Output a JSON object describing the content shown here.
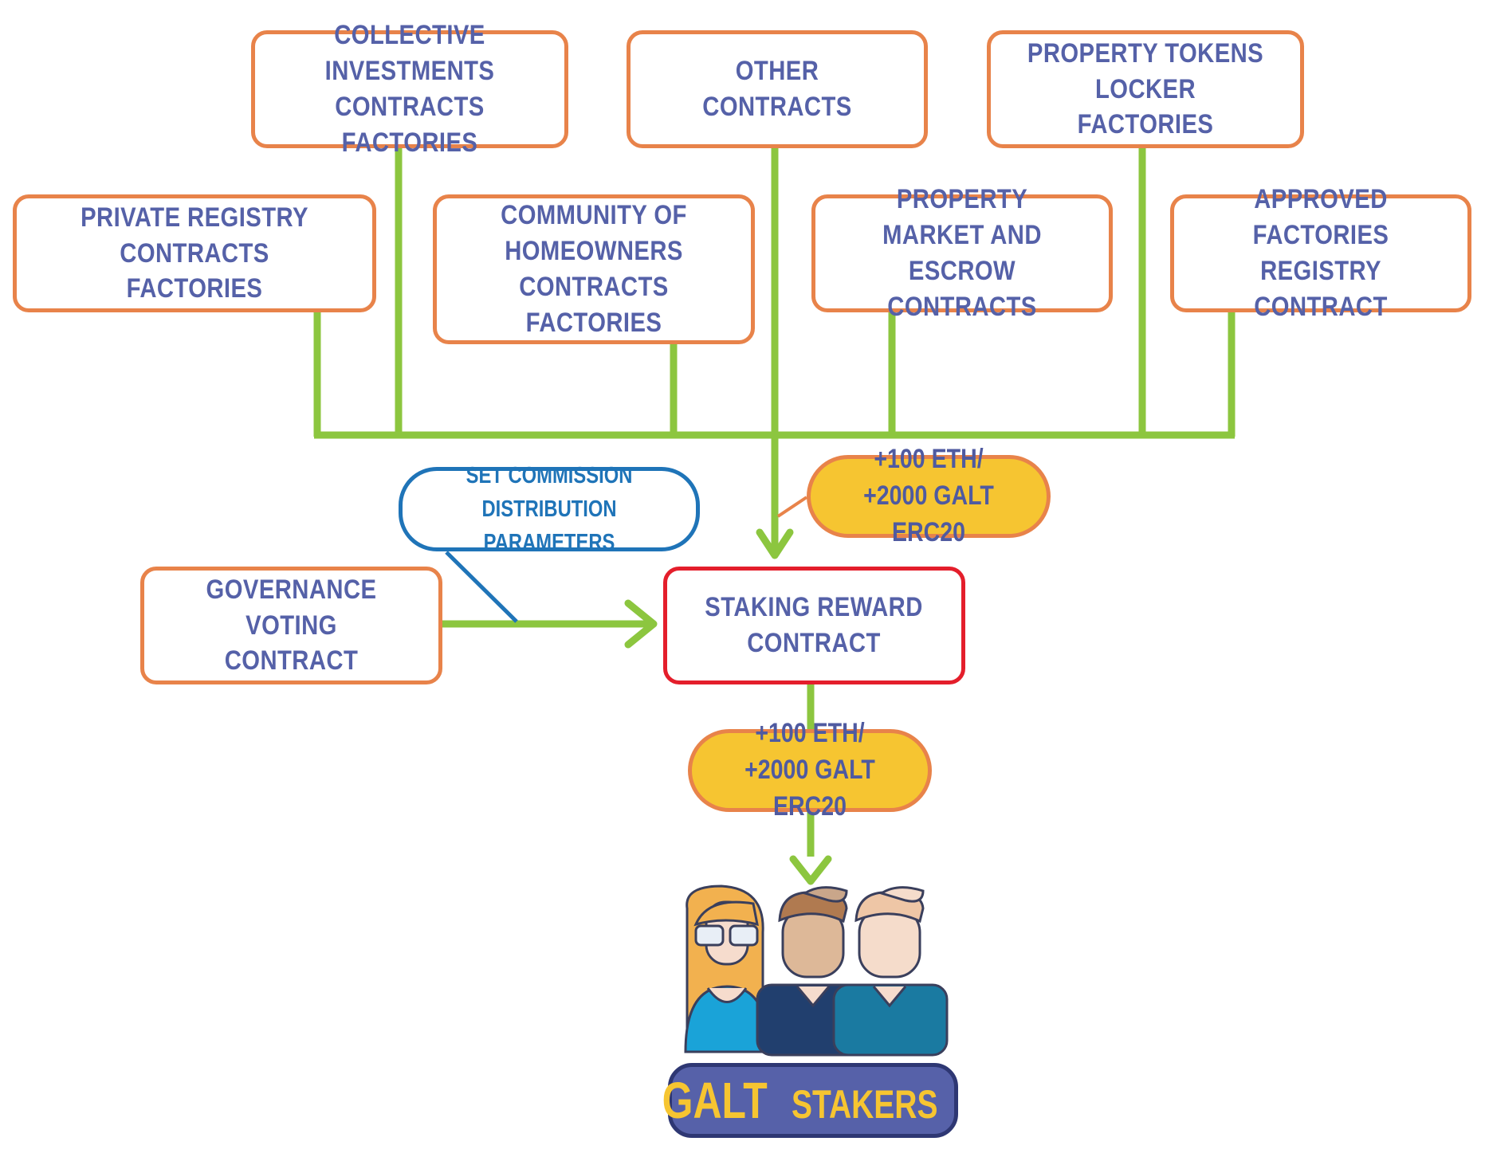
{
  "nodes": {
    "collective": "COLLECTIVE INVESTMENTS\nCONTRACTS FACTORIES",
    "other": "OTHER CONTRACTS",
    "locker": "PROPERTY TOKENS LOCKER\nFACTORIES",
    "private_registry": "PRIVATE REGISTRY CONTRACTS\nFACTORIES",
    "community": "COMMUNITY OF\nHOMEOWNERS CONTRACTS\nFACTORIES",
    "market": "PROPERTY MARKET AND\nESCROW CONTRACTS",
    "approved": "APPROVED FACTORIES\nREGISTRY CONTRACT",
    "governance": "GOVERNANCE VOTING\nCONTRACT",
    "staking": "STAKING REWARD\nCONTRACT"
  },
  "callout": "SET COMMISSION\nDISTRIBUTION PARAMETERS",
  "reward_in": "+100 ETH/\n+2000 GALT ERC20",
  "reward_out": "+100 ETH/\n+2000 GALT ERC20",
  "stakers": {
    "brand": "GALT",
    "label": "STAKERS"
  },
  "colors": {
    "box_border": "#e8834a",
    "highlight_border": "#e41e2b",
    "connector": "#8cc63f",
    "text": "#5561a8",
    "pill_fill": "#f6c531",
    "callout": "#1f74b8",
    "banner_fill": "#5661a9"
  },
  "icons": [
    "woman-staker-icon",
    "man-staker-icon",
    "man-staker-icon"
  ]
}
